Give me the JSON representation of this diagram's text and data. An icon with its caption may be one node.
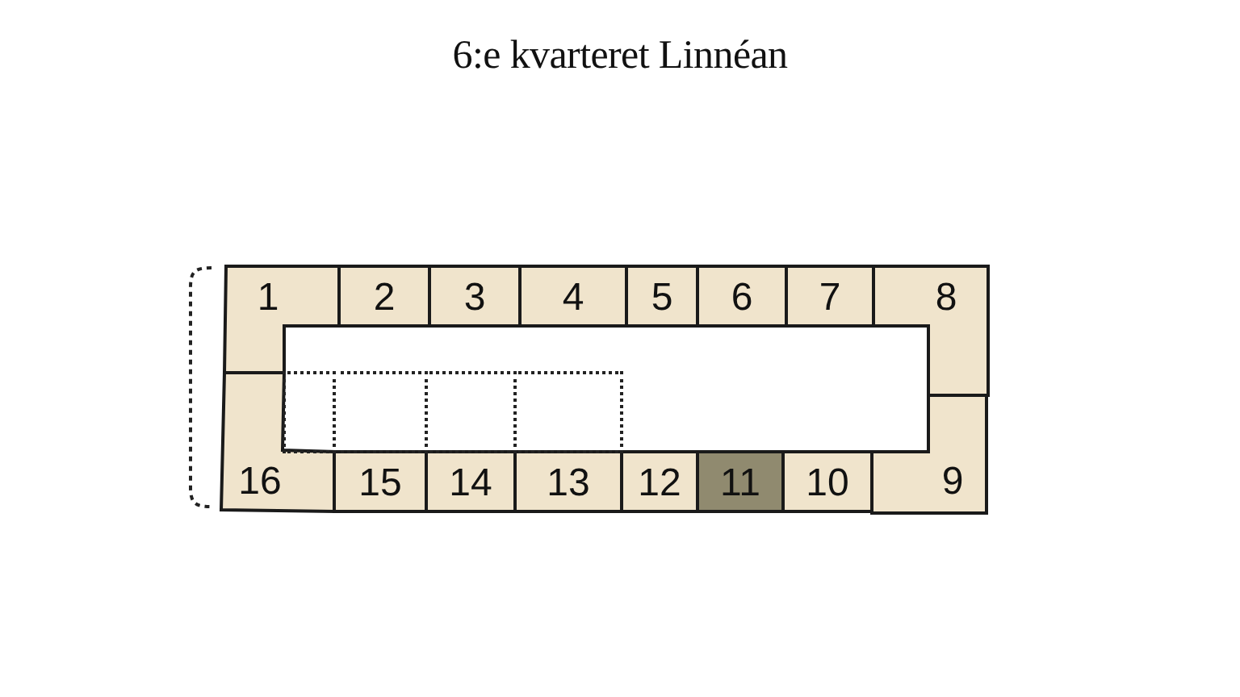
{
  "diagram": {
    "title": "6:e kvarteret Linnéan",
    "nodes": [
      {
        "text": [
          "1"
        ]
      },
      {
        "text": [
          "2"
        ]
      },
      {
        "text": [
          "3"
        ]
      },
      {
        "text": [
          "4"
        ]
      },
      {
        "text": [
          "5"
        ]
      },
      {
        "text": [
          "6"
        ]
      },
      {
        "text": [
          "7"
        ]
      },
      {
        "text": [
          "8"
        ]
      },
      {
        "text": [
          "9"
        ]
      },
      {
        "text": [
          "10"
        ]
      },
      {
        "text": [
          "11"
        ]
      },
      {
        "text": [
          "12"
        ]
      },
      {
        "text": [
          "13"
        ]
      },
      {
        "text": [
          "14"
        ]
      },
      {
        "text": [
          "15"
        ]
      },
      {
        "text": [
          "16"
        ]
      },
      {
        "text": [],
        "shape": "box"
      },
      {
        "text": [],
        "shape": "box"
      },
      {
        "text": [],
        "shape": "box"
      },
      {
        "text": [],
        "shape": "box"
      }
    ]
  }
}
